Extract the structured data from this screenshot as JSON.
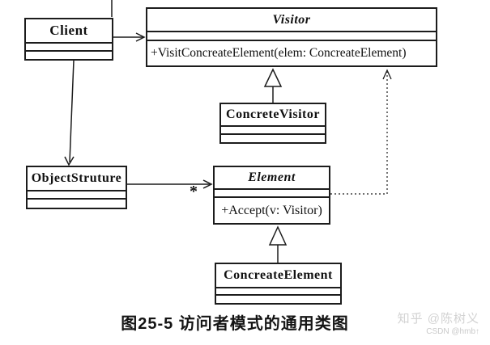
{
  "colors": {
    "stroke": "#1c1c1c",
    "background": "#ffffff",
    "text": "#111111",
    "watermark_primary": "#d2d2d2",
    "watermark_secondary": "#c9c9c9"
  },
  "classes": {
    "client": {
      "name": "Client"
    },
    "visitor": {
      "name": "Visitor",
      "method": "+VisitConcreateElement(elem: ConcreateElement)"
    },
    "concrete_visitor": {
      "name": "ConcreteVisitor"
    },
    "object_structure": {
      "name": "ObjectStruture"
    },
    "element": {
      "name": "Element",
      "method": "+Accept(v: Visitor)"
    },
    "concreate_element": {
      "name": "ConcreateElement"
    }
  },
  "labels": {
    "multiplicity": "*"
  },
  "caption": {
    "text": "图25-5  访问者模式的通用类图"
  },
  "watermark": {
    "line1": "知乎 @陈树义",
    "line2": "CSDN @hmb↑"
  }
}
